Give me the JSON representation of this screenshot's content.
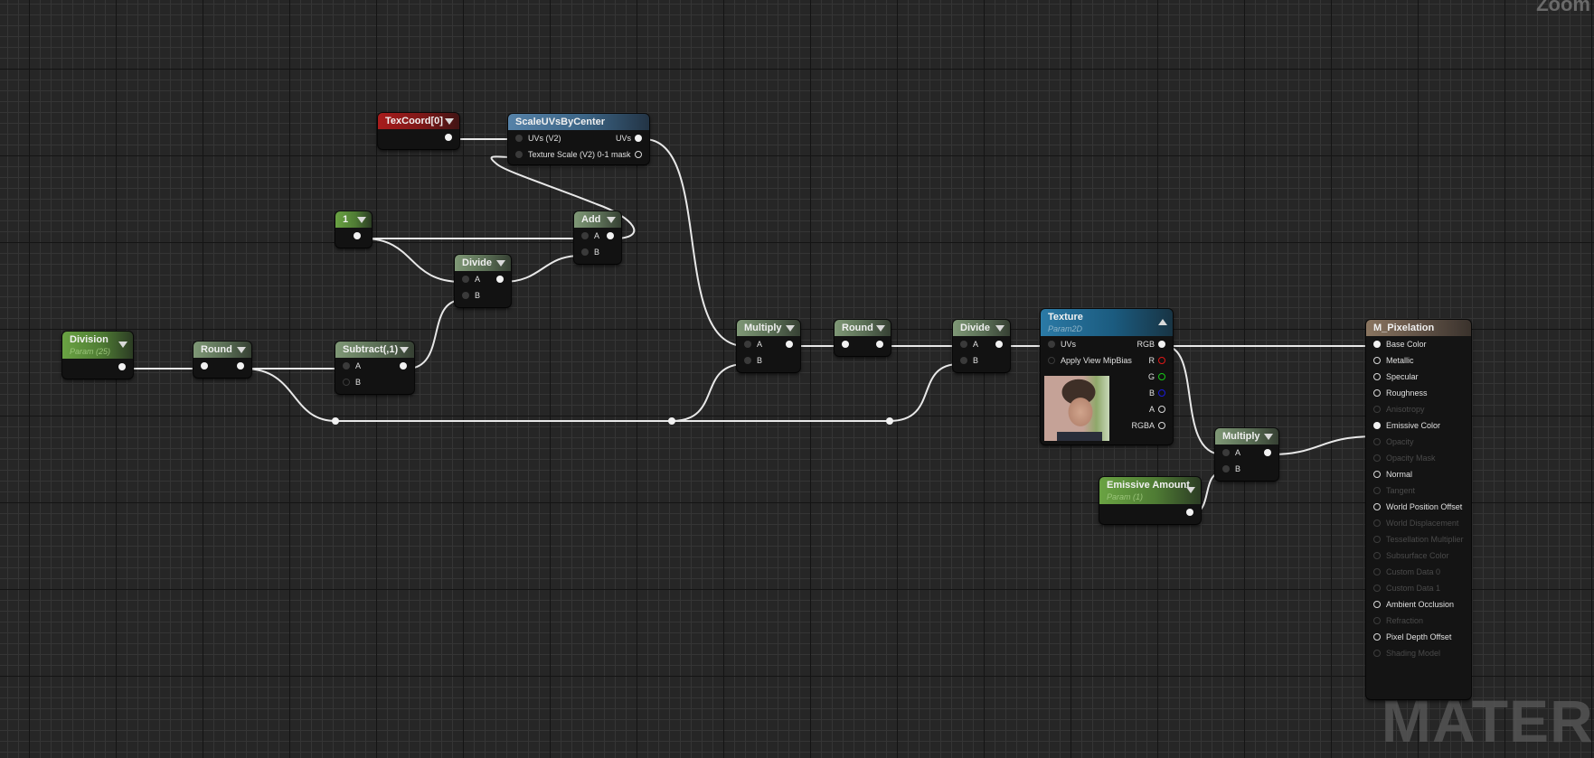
{
  "viewport": {
    "zoom_label": "Zoom",
    "watermark": "MATERIAL"
  },
  "colors": {
    "canvas_bg": "#262626",
    "wire": "#e8e8e8",
    "pin_r": "#e01818",
    "pin_g": "#18c818",
    "pin_b": "#1a1ad8",
    "param_header": "#6aa343",
    "constant_header": "#4f7c34",
    "texcoord_header": "#a81c1c",
    "function_header": "#5682a8",
    "texture_header": "#2b7aa6",
    "result_header": "#8a7560"
  },
  "nodes": {
    "texcoord": {
      "title": "TexCoord[0]"
    },
    "scale_uvs": {
      "title": "ScaleUVsByCenter",
      "inputs": [
        "UVs (V2)",
        "Texture Scale (V2) 0-1 mask"
      ],
      "outputs": [
        "UVs"
      ]
    },
    "constant_one": {
      "title": "1"
    },
    "add": {
      "title": "Add",
      "inputs": [
        "A",
        "B"
      ]
    },
    "divide_1": {
      "title": "Divide",
      "inputs": [
        "A",
        "B"
      ]
    },
    "division_param": {
      "title": "Division",
      "subtitle": "Param (25)"
    },
    "round_1": {
      "title": "Round"
    },
    "subtract": {
      "title": "Subtract(,1)",
      "inputs": [
        "A",
        "B"
      ]
    },
    "multiply_1": {
      "title": "Multiply",
      "inputs": [
        "A",
        "B"
      ]
    },
    "round_2": {
      "title": "Round"
    },
    "divide_2": {
      "title": "Divide",
      "inputs": [
        "A",
        "B"
      ]
    },
    "texture": {
      "title": "Texture",
      "subtitle": "Param2D",
      "inputs": [
        "UVs",
        "Apply View MipBias"
      ],
      "outputs": [
        "RGB",
        "R",
        "G",
        "B",
        "A",
        "RGBA"
      ],
      "thumbnail": "pixelated-face-texture"
    },
    "multiply_2": {
      "title": "Multiply",
      "inputs": [
        "A",
        "B"
      ]
    },
    "emissive_amount": {
      "title": "Emissive Amount",
      "subtitle": "Param (1)"
    },
    "material_result": {
      "title": "M_Pixelation",
      "inputs": [
        {
          "label": "Base Color",
          "enabled": true,
          "connected": true
        },
        {
          "label": "Metallic",
          "enabled": true,
          "connected": false
        },
        {
          "label": "Specular",
          "enabled": true,
          "connected": false
        },
        {
          "label": "Roughness",
          "enabled": true,
          "connected": false
        },
        {
          "label": "Anisotropy",
          "enabled": false,
          "connected": false
        },
        {
          "label": "Emissive Color",
          "enabled": true,
          "connected": true
        },
        {
          "label": "Opacity",
          "enabled": false,
          "connected": false
        },
        {
          "label": "Opacity Mask",
          "enabled": false,
          "connected": false
        },
        {
          "label": "Normal",
          "enabled": true,
          "connected": false
        },
        {
          "label": "Tangent",
          "enabled": false,
          "connected": false
        },
        {
          "label": "World Position Offset",
          "enabled": true,
          "connected": false
        },
        {
          "label": "World Displacement",
          "enabled": false,
          "connected": false
        },
        {
          "label": "Tessellation Multiplier",
          "enabled": false,
          "connected": false
        },
        {
          "label": "Subsurface Color",
          "enabled": false,
          "connected": false
        },
        {
          "label": "Custom Data 0",
          "enabled": false,
          "connected": false
        },
        {
          "label": "Custom Data 1",
          "enabled": false,
          "connected": false
        },
        {
          "label": "Ambient Occlusion",
          "enabled": true,
          "connected": false
        },
        {
          "label": "Refraction",
          "enabled": false,
          "connected": false
        },
        {
          "label": "Pixel Depth Offset",
          "enabled": true,
          "connected": false
        },
        {
          "label": "Shading Model",
          "enabled": false,
          "connected": false
        }
      ]
    }
  }
}
